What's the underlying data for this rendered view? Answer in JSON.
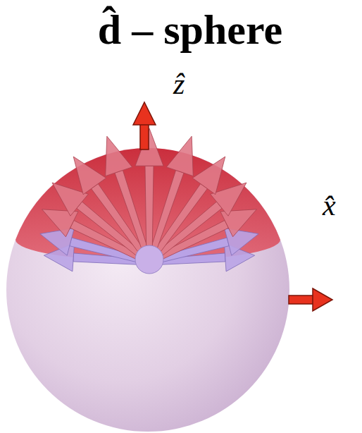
{
  "diagram": {
    "title": "d̂ – sphere",
    "labels": [
      "ẑ",
      "x̂"
    ]
  }
}
